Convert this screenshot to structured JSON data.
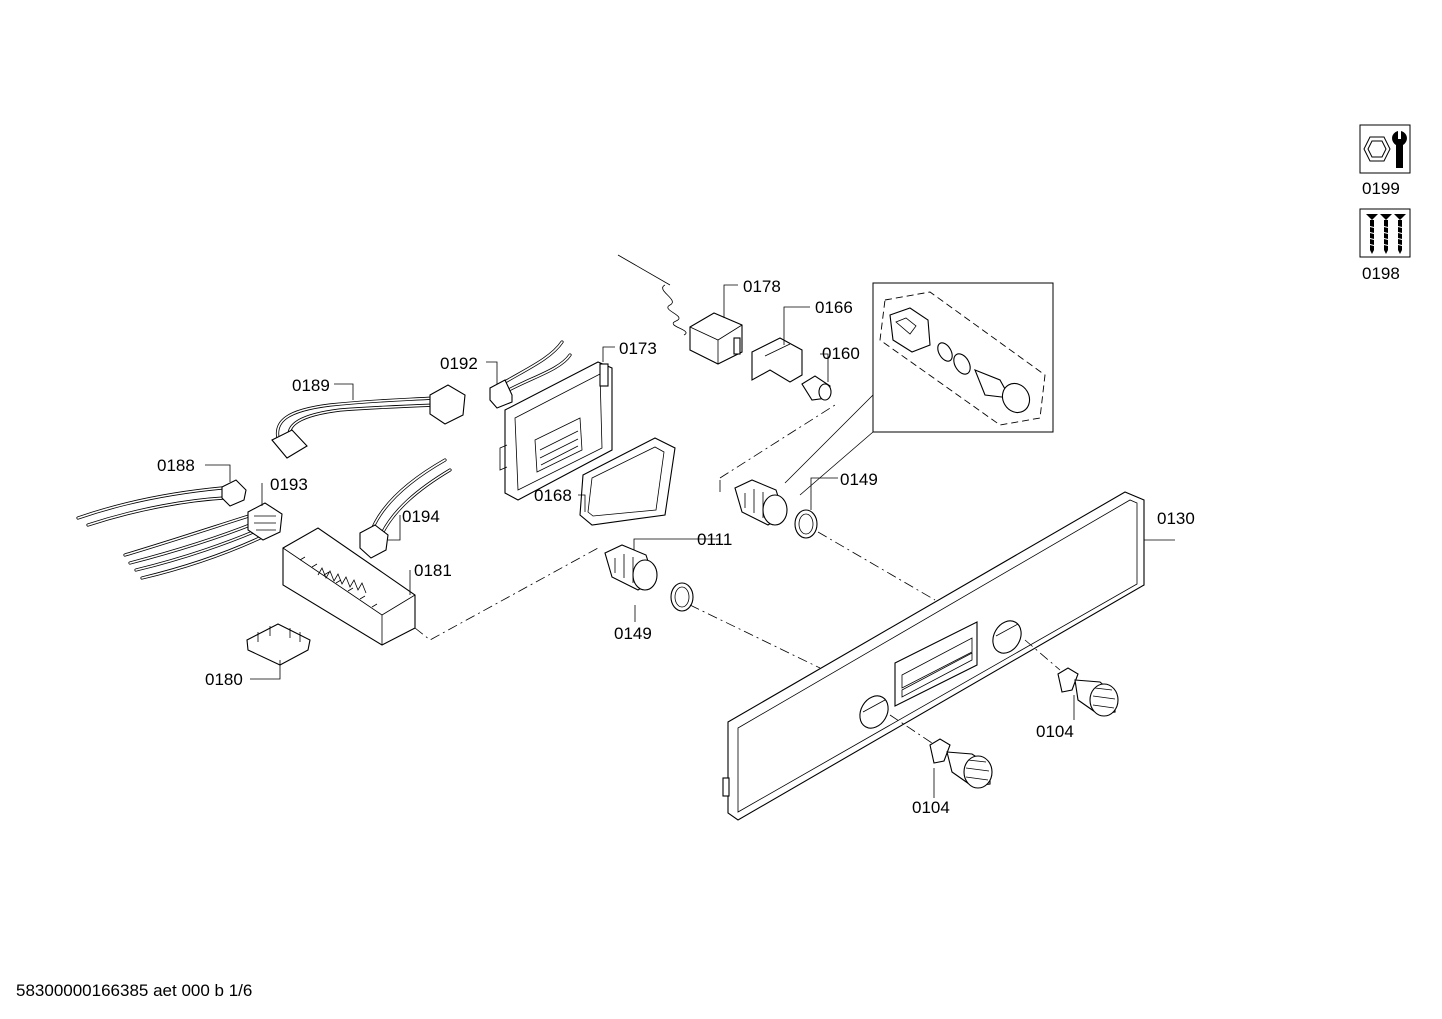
{
  "parts": [
    {
      "id": "p0199",
      "label": "0199"
    },
    {
      "id": "p0198",
      "label": "0198"
    },
    {
      "id": "p0178",
      "label": "0178"
    },
    {
      "id": "p0166",
      "label": "0166"
    },
    {
      "id": "p0160",
      "label": "0160"
    },
    {
      "id": "p0192",
      "label": "0192"
    },
    {
      "id": "p0173",
      "label": "0173"
    },
    {
      "id": "p0189",
      "label": "0189"
    },
    {
      "id": "p0188",
      "label": "0188"
    },
    {
      "id": "p0193",
      "label": "0193"
    },
    {
      "id": "p0194",
      "label": "0194"
    },
    {
      "id": "p0168",
      "label": "0168"
    },
    {
      "id": "p0149a",
      "label": "0149"
    },
    {
      "id": "p0111a",
      "label": "0111"
    },
    {
      "id": "p0111b",
      "label": "0111"
    },
    {
      "id": "p0130",
      "label": "0130"
    },
    {
      "id": "p0181",
      "label": "0181"
    },
    {
      "id": "p0149b",
      "label": "0149"
    },
    {
      "id": "p0180",
      "label": "0180"
    },
    {
      "id": "p0104a",
      "label": "0104"
    },
    {
      "id": "p0104b",
      "label": "0104"
    }
  ],
  "footer": "58300000166385 aet 000 b 1/6"
}
